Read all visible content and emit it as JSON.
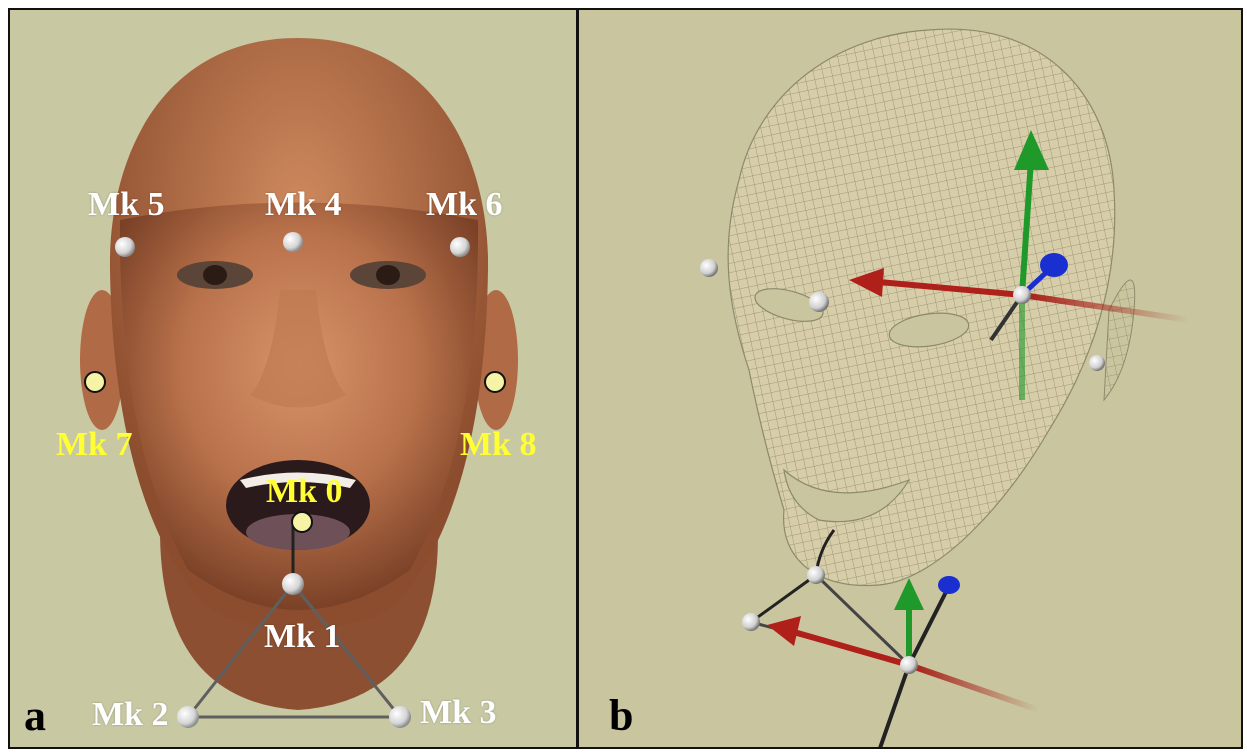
{
  "panel_a": {
    "letter": "a",
    "markers": {
      "mk0": "Mk 0",
      "mk1": "Mk 1",
      "mk2": "Mk 2",
      "mk3": "Mk 3",
      "mk4": "Mk 4",
      "mk5": "Mk 5",
      "mk6": "Mk 6",
      "mk7": "Mk 7",
      "mk8": "Mk 8"
    }
  },
  "panel_b": {
    "letter": "b"
  },
  "colors": {
    "panel_a_background": "#c8c9a3",
    "panel_b_background": "#c9c69f",
    "marker_white_label": "#ffffff",
    "marker_yellow_label": "#ffff33",
    "axis_x": "#b0201a",
    "axis_y": "#1f9a2a",
    "axis_z": "#1a2fd0"
  }
}
